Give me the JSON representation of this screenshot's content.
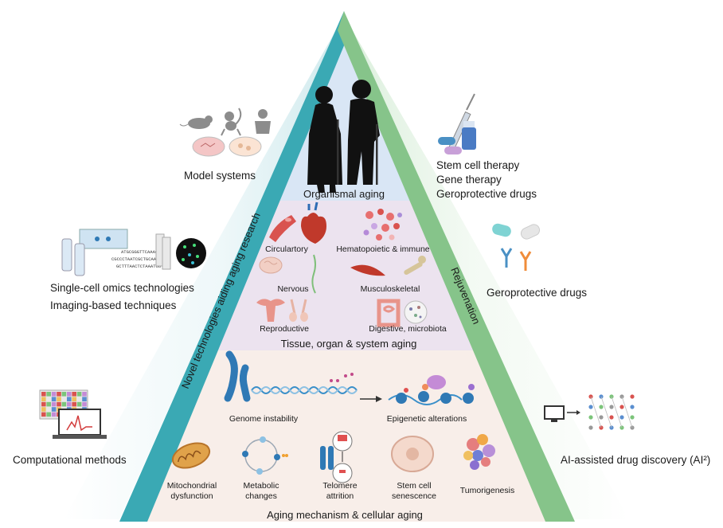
{
  "pyramid": {
    "level1_label": "Organismal  aging",
    "level2_label": "Tissue, organ & system aging",
    "level3_label": "Aging mechanism & cellular aging",
    "left_edge_label": "Novel technologies aiding aging research",
    "right_edge_label": "Rejuvenation",
    "colors": {
      "left_edge": "#3aa9b4",
      "right_edge": "#86c48a",
      "apex_band": "#d9e6f5",
      "middle_band": "#ece3ef",
      "base_band": "#f8eee9"
    }
  },
  "organ_systems": [
    "Circulartory",
    "Hematopoietic & immune",
    "Nervous",
    "Musculoskeletal",
    "Reproductive",
    "Digestive, microbiota"
  ],
  "mechanisms_top": [
    "Genome instability",
    "Epigenetic alterations"
  ],
  "mechanisms_bottom": [
    [
      "Mitochondrial",
      "dysfunction"
    ],
    [
      "Metabolic",
      "changes"
    ],
    [
      "Telomere",
      "attrition"
    ],
    [
      "Stem cell",
      "senescence"
    ],
    [
      "Tumorigenesis"
    ]
  ],
  "dna_sequences": [
    "ATGCGGGTTCAAAGGT",
    "CGCCCTAATCGCTGCAA",
    "GCTTTAACTCTAAATGG"
  ],
  "left_panel": {
    "model_systems": "Model systems",
    "omics": [
      "Single-cell omics technologies",
      "Imaging-based techniques"
    ],
    "computational": "Computational methods"
  },
  "right_panel": {
    "therapies": [
      "Stem cell therapy",
      "Gene therapy",
      "Geroprotective drugs"
    ],
    "geroprotective": "Geroprotective drugs",
    "ai_drug": "AI-assisted drug discovery (AI²)"
  }
}
